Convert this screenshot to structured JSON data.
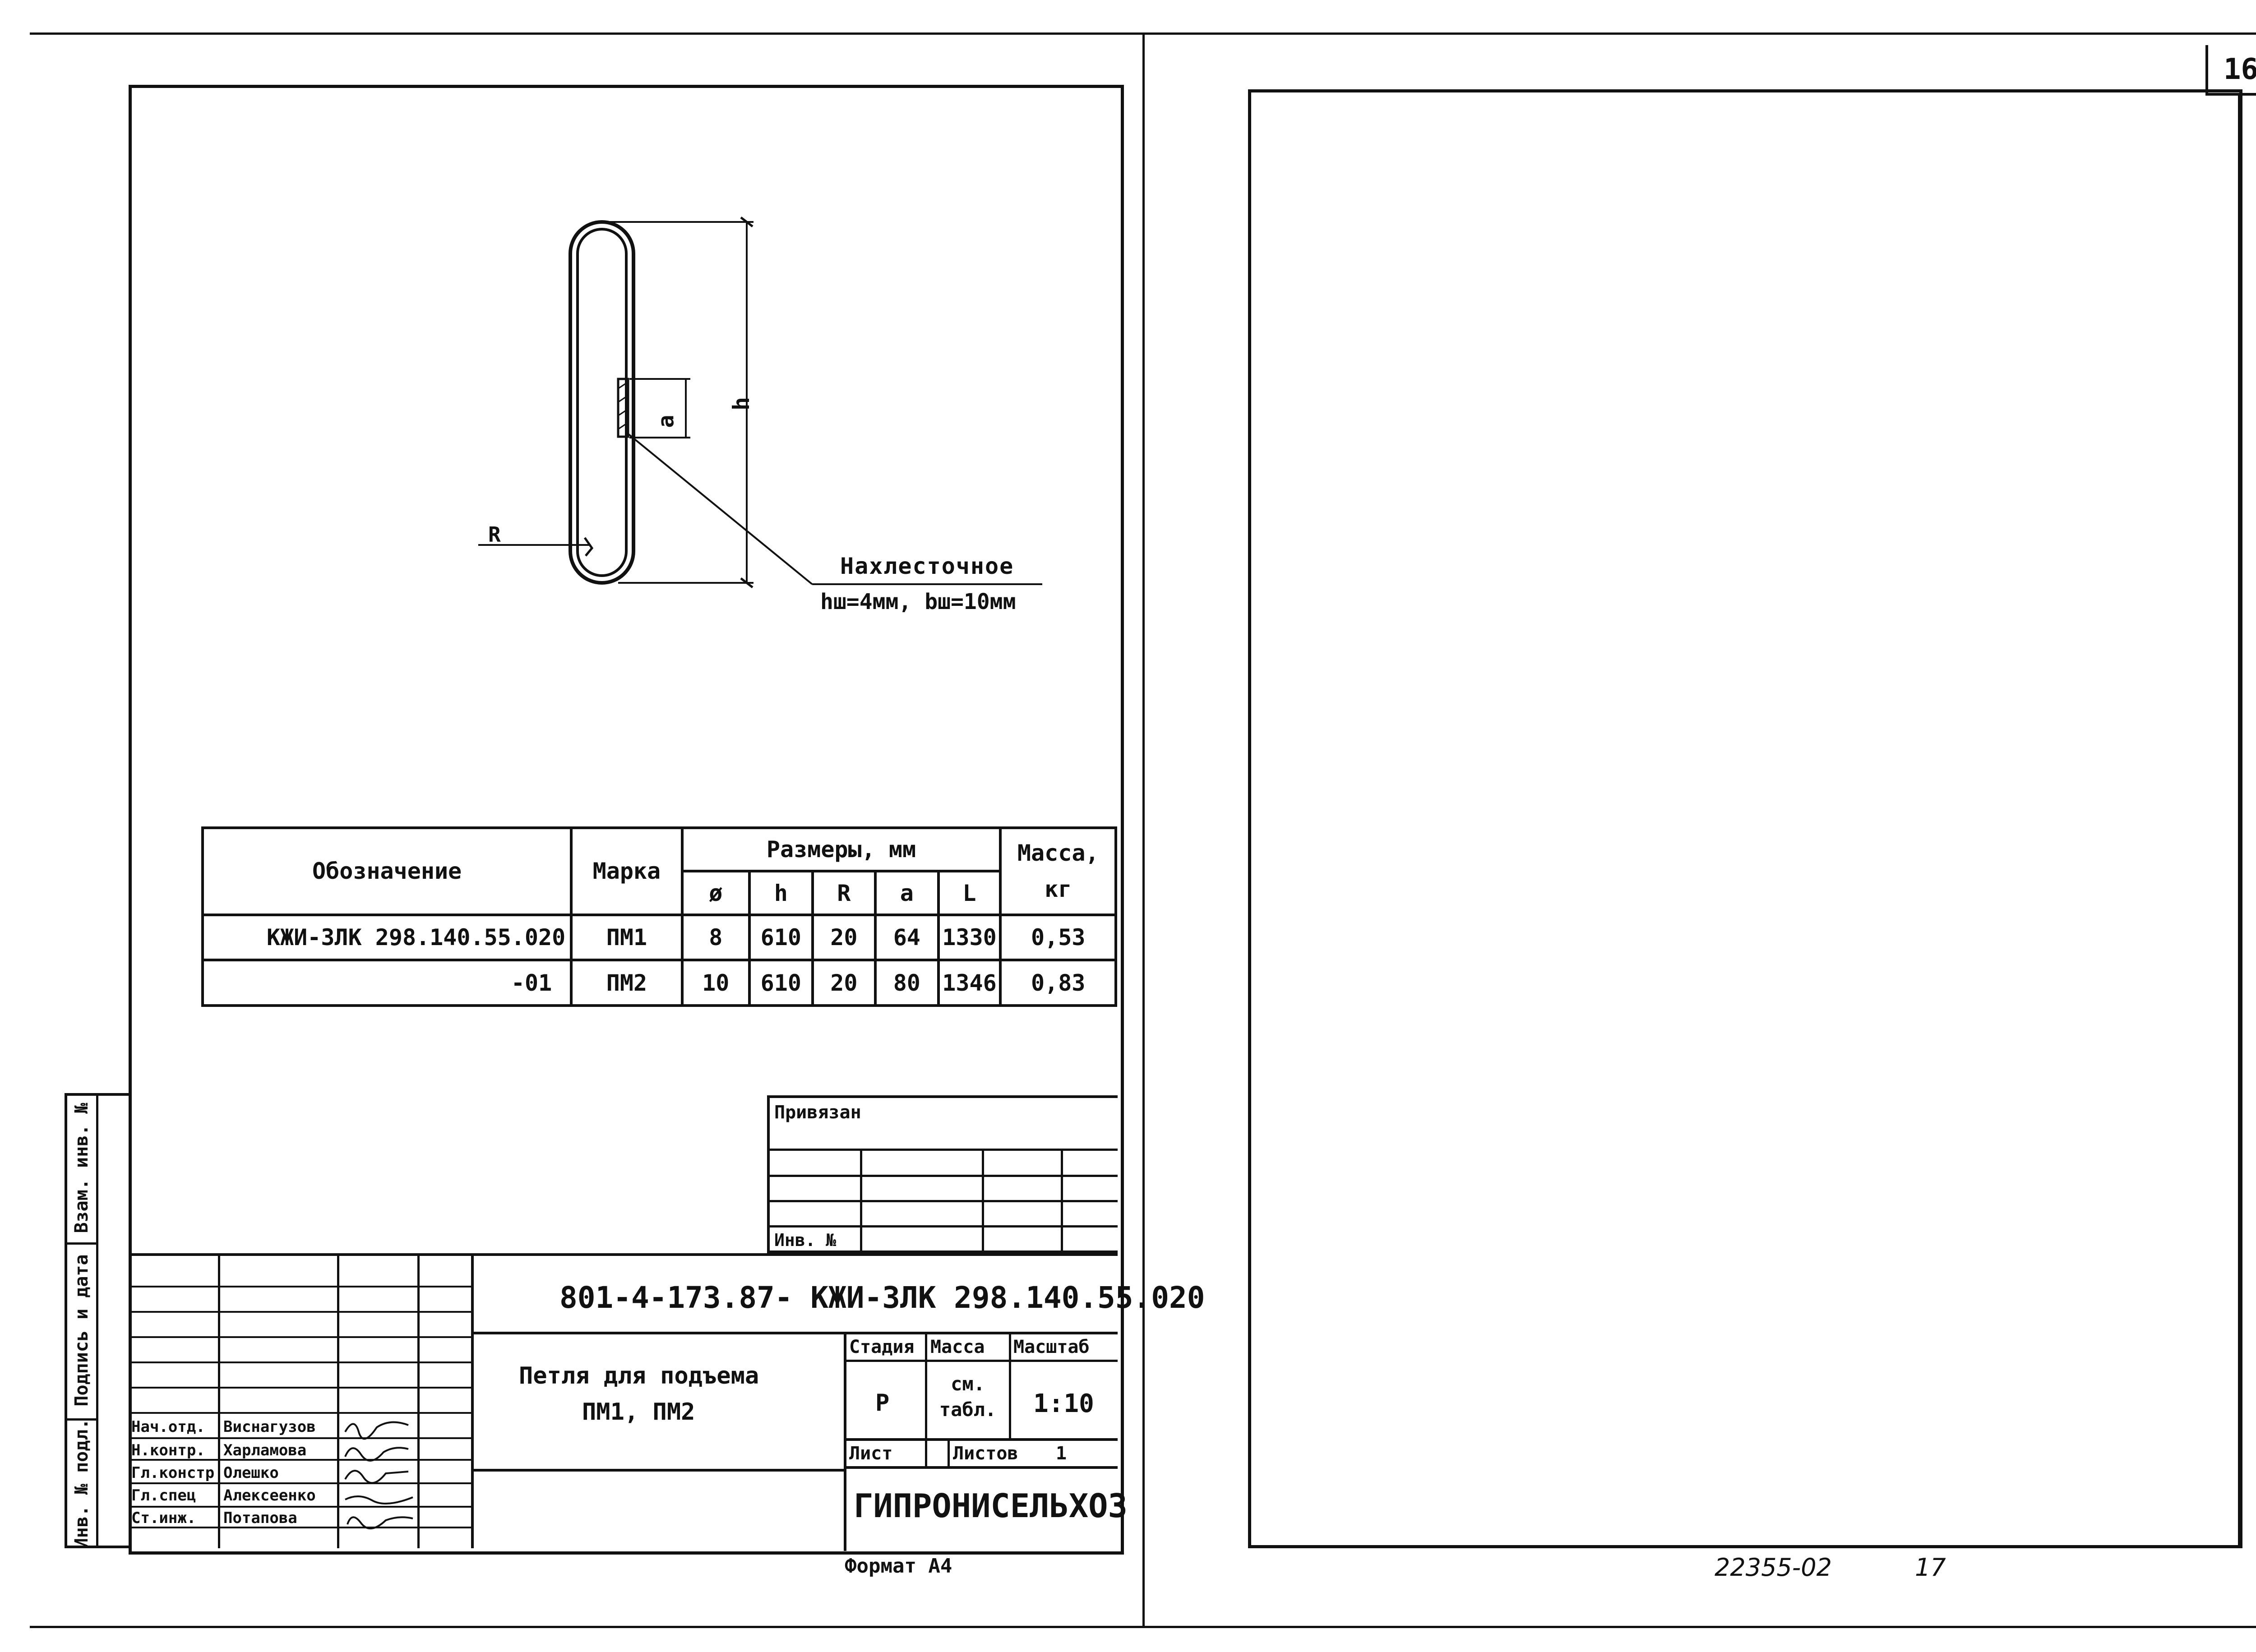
{
  "sheet_number": "16",
  "bottom_right_ref": {
    "doc": "22355-02",
    "page": "17"
  },
  "drawing_labels": {
    "radius": "R",
    "overlap": "a",
    "height": "h",
    "note_title": "Нахлесточное",
    "note_weld": "hш=4мм, bш=10мм"
  },
  "spec_table": {
    "headers": {
      "designation": "Обозначение",
      "mark": "Марка",
      "dimensions": "Размеры, мм",
      "mass": "Масса, кг",
      "phi": "ø",
      "h": "h",
      "R": "R",
      "a": "a",
      "L": "L"
    },
    "rows": [
      {
        "designation": "КЖИ-3ЛК 298.140.55.020",
        "mark": "ПМ1",
        "phi": "8",
        "h": "610",
        "R": "20",
        "a": "64",
        "L": "1330",
        "mass": "0,53"
      },
      {
        "designation": "-01",
        "mark": "ПМ2",
        "phi": "10",
        "h": "610",
        "R": "20",
        "a": "80",
        "L": "1346",
        "mass": "0,83"
      }
    ]
  },
  "binding_block": {
    "title": "Привязан",
    "inv": "Инв. №"
  },
  "side_stamp": {
    "inv_orig": "Инв. № подл.",
    "sign_date": "Подпись и дата",
    "inv_repl": "Взам. инв. №"
  },
  "title_block": {
    "doc_code": "801-4-173.87- КЖИ-3ЛК 298.140.55.020",
    "title_line1": "Петля для подъема",
    "title_line2": "ПМ1, ПМ2",
    "stage_label": "Стадия",
    "mass_label": "Масса",
    "scale_label": "Масштаб",
    "stage": "Р",
    "mass": "см. табл.",
    "scale": "1:10",
    "sheet_label": "Лист",
    "sheets_label": "Листов",
    "sheets": "1",
    "org": "ГИПРОНИСЕЛЬХОЗ",
    "staff": [
      {
        "role": "Нач.отд.",
        "name": "Виснагузов"
      },
      {
        "role": "Н.контр.",
        "name": "Харламова"
      },
      {
        "role": "Гл.констр",
        "name": "Олешко"
      },
      {
        "role": "Гл.спец",
        "name": "Алексеенко"
      },
      {
        "role": "Ст.инж.",
        "name": "Потапова"
      }
    ]
  },
  "format": "Формат А4"
}
